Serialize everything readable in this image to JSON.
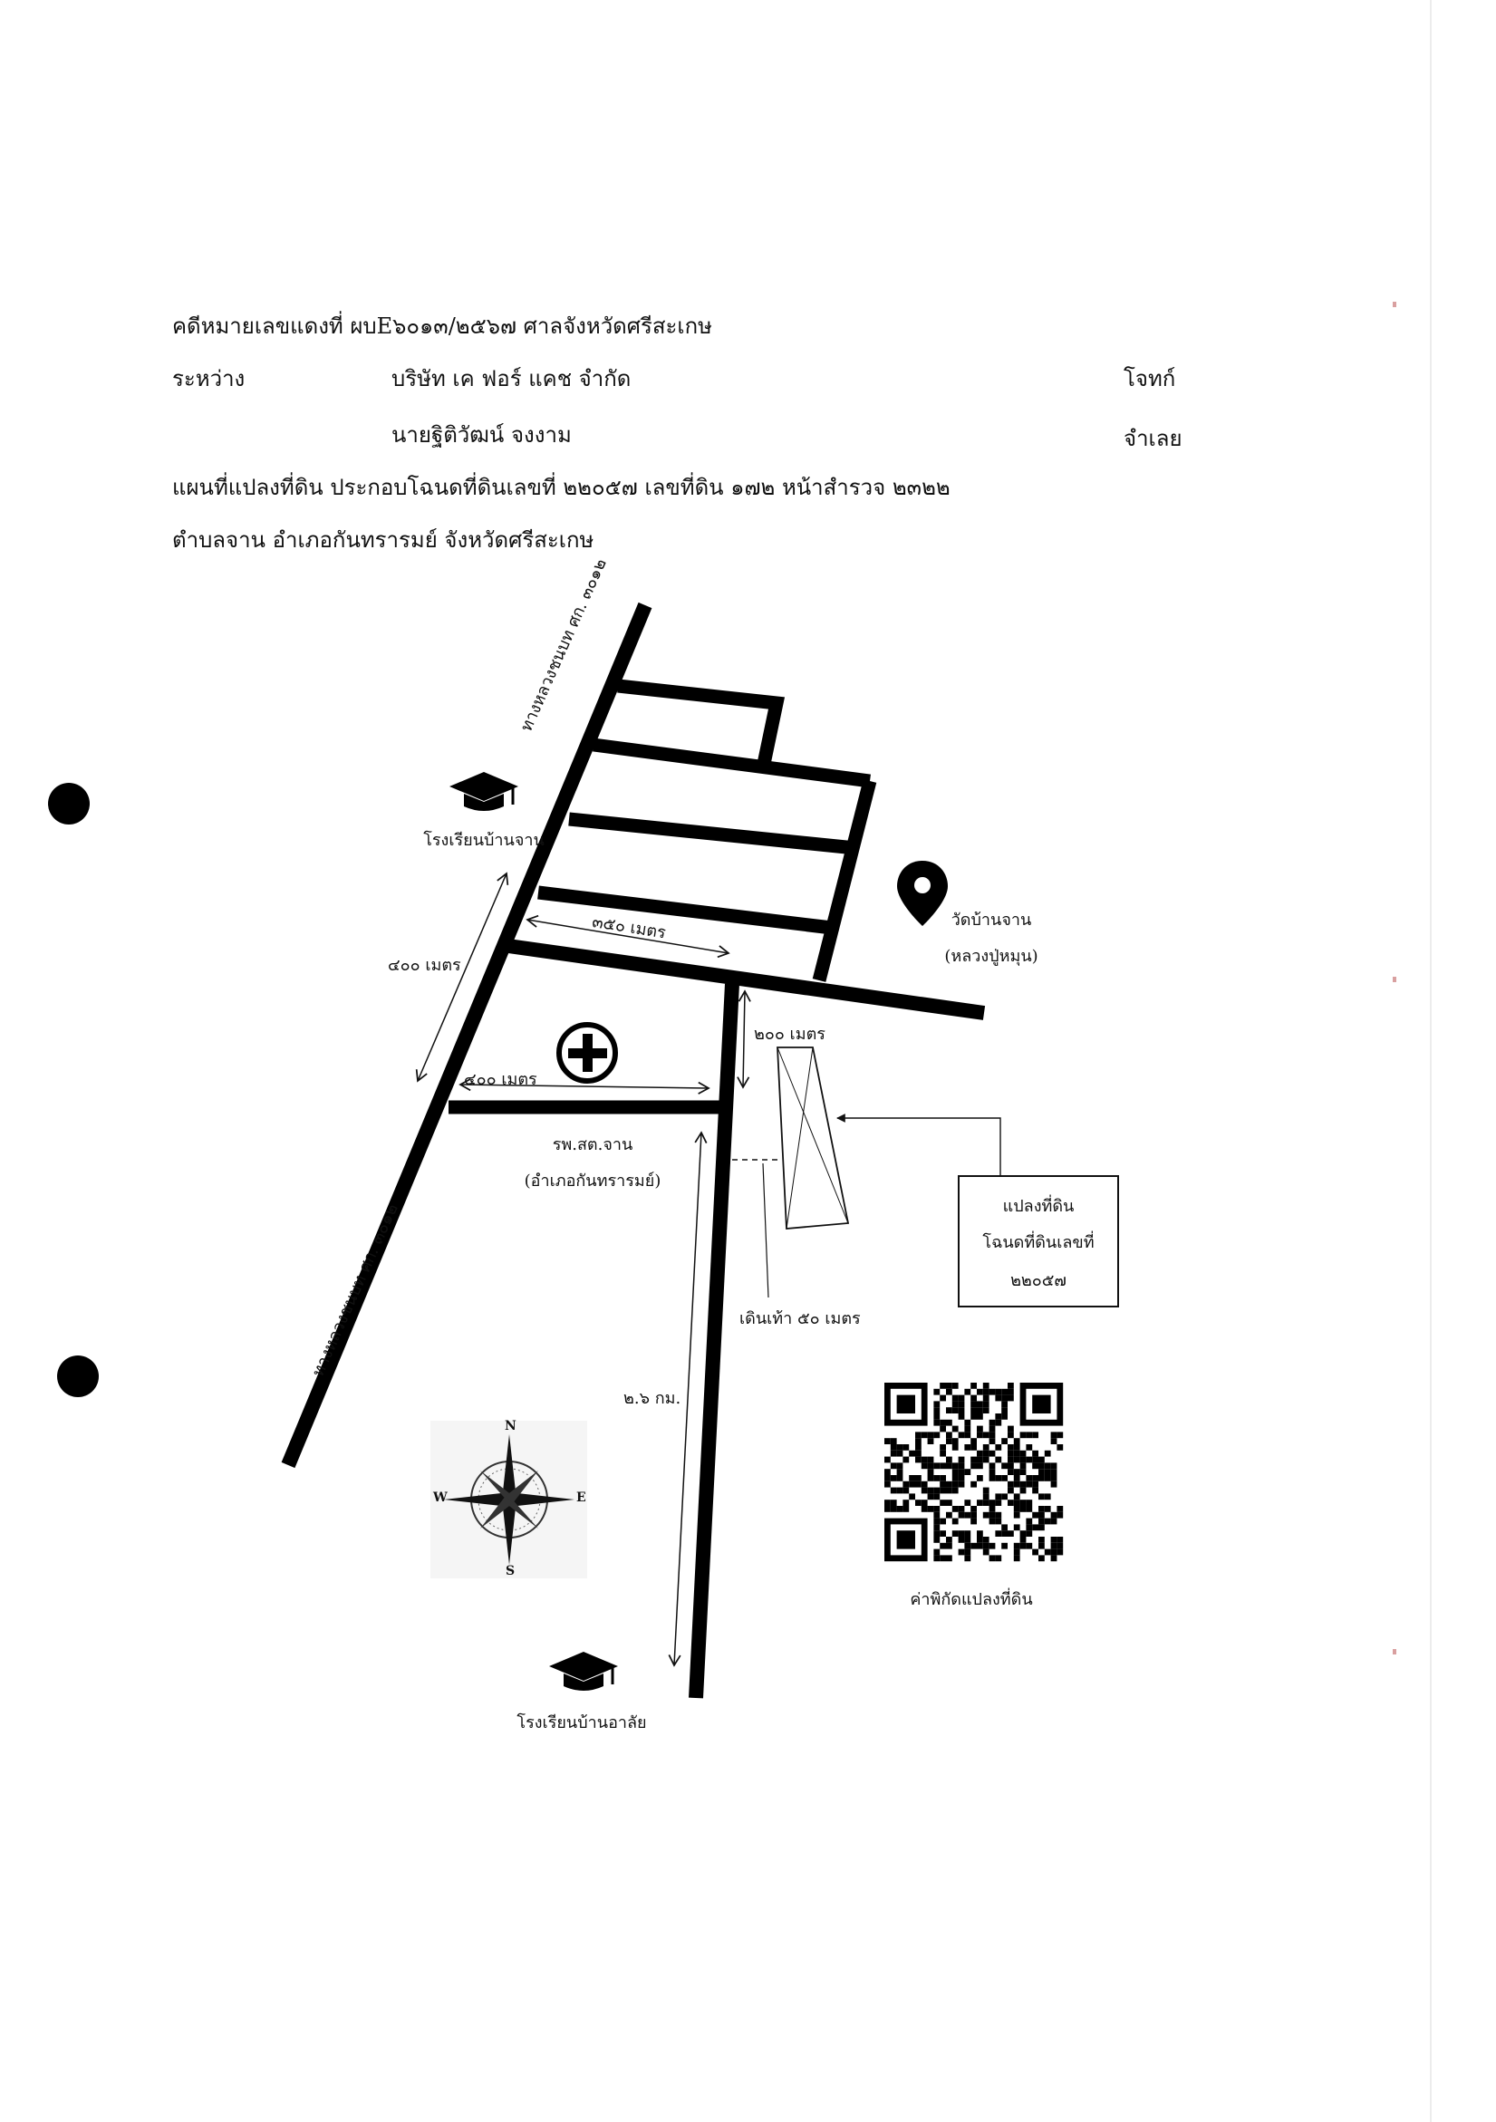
{
  "header": {
    "case_line": "คดีหมายเลขแดงที่ ผบE๖๐๑๓/๒๕๖๗ ศาลจังหวัดศรีสะเกษ",
    "between_label": "ระหว่าง",
    "plaintiff_name": "บริษัท เค ฟอร์ แคช  จำกัด",
    "plaintiff_role": "โจทก์",
    "defendant_name": "นายฐิติวัฒน์ จงงาม",
    "defendant_role": "จำเลย",
    "map_line": "แผนที่แปลงที่ดิน ประกอบโฉนดที่ดินเลขที่ ๒๒๐๕๗ เลขที่ดิน ๑๗๒ หน้าสำรวจ ๒๓๒๒",
    "location_line": "ตำบลจาน อำเภอกันทรารมย์ จังหวัดศรีสะเกษ"
  },
  "map": {
    "road_label_top": "ทางหลวงชนบท ศก. ๓๐๑๒",
    "road_label_bottom": "ทางหลวงชนบท ศก. ๓๐๑๒",
    "school_top": "โรงเรียนบ้านจาน",
    "school_bottom": "โรงเรียนบ้านอาลัย",
    "temple_name": "วัดบ้านจาน",
    "temple_sub": "(หลวงปู่หมุน)",
    "hospital_name": "รพ.สต.จาน",
    "hospital_sub": "(อำเภอกันทรารมย์)",
    "dist_350": "๓๕๐ เมตร",
    "dist_400_left": "๔๐๐ เมตร",
    "dist_400_inner": "๔๐๐ เมตร",
    "dist_200": "๒๐๐ เมตร",
    "dist_walk": "เดินเท้า ๕๐ เมตร",
    "dist_26km": "๒.๖ กม.",
    "parcel_box": {
      "line1": "แปลงที่ดิน",
      "line2": "โฉนดที่ดินเลขที่",
      "line3": "๒๒๐๕๗"
    },
    "qr_caption": "ค่าพิกัดแปลงที่ดิน",
    "compass": {
      "n": "N",
      "s": "S",
      "e": "E",
      "w": "W"
    }
  },
  "colors": {
    "road": "#000000",
    "paper": "#ffffff",
    "edge_mark": "#d9a0a0"
  }
}
